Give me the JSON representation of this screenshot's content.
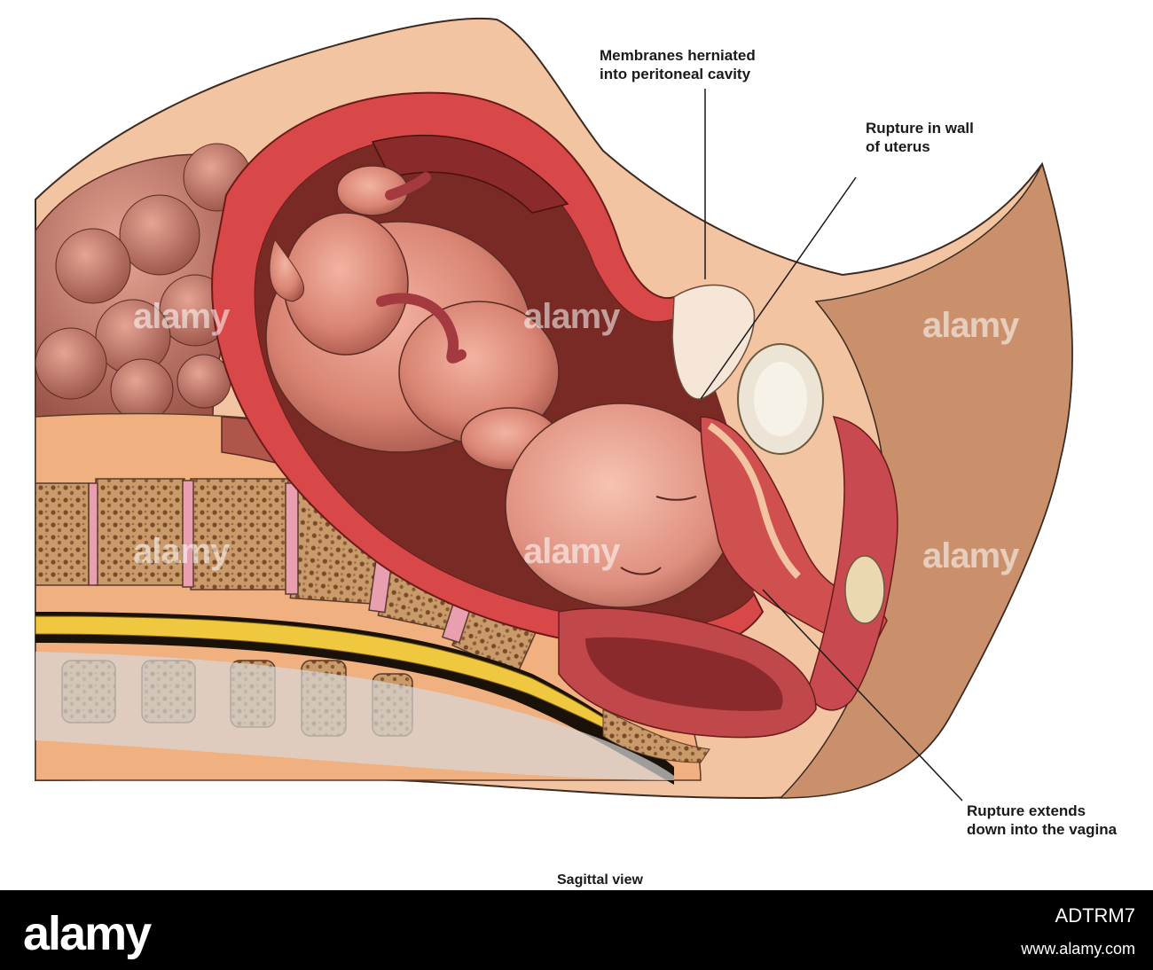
{
  "labels": {
    "membranes": [
      "Membranes herniated",
      "into peritoneal cavity"
    ],
    "rupture_wall": [
      "Rupture in wall",
      "of uterus"
    ],
    "rupture_vagina": [
      "Rupture extends",
      "down into the vagina"
    ],
    "caption": "Sagittal view"
  },
  "watermark": "alamy",
  "footer": {
    "logo": "alamy",
    "image_id": "ADTRM7",
    "url": "www.alamy.com"
  }
}
